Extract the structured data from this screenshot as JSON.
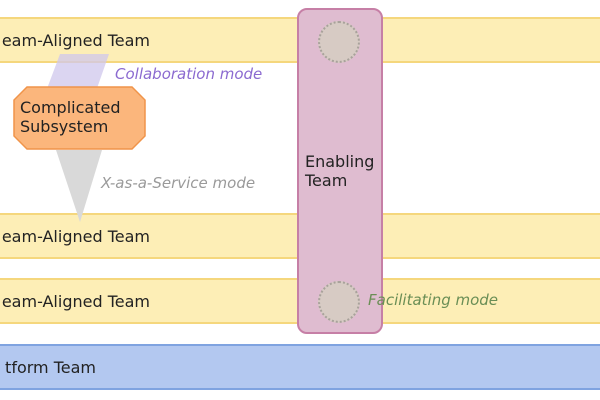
{
  "stream_aligned_teams": [
    {
      "label": "eam-Aligned Team"
    },
    {
      "label": "eam-Aligned Team"
    },
    {
      "label": "eam-Aligned Team"
    }
  ],
  "platform_team": {
    "label": "tform Team"
  },
  "enabling_team": {
    "label": "Enabling\nTeam"
  },
  "complicated_subsystem": {
    "label": "Complicated\nSubsystem"
  },
  "interaction_modes": {
    "collaboration": "Collaboration mode",
    "x_as_a_service": "X-as-a-Service mode",
    "facilitating": "Facilitating mode"
  },
  "colors": {
    "stream_aligned_fill": "#fdeeb6",
    "platform_fill": "#b3c8f0",
    "enabling_fill": "#dfbcd0",
    "complicated_fill": "#fbb67c",
    "collaboration_text": "#8b6ad0",
    "x_as_a_service_text": "#9a9a9a",
    "facilitating_text": "#6a8e55"
  }
}
